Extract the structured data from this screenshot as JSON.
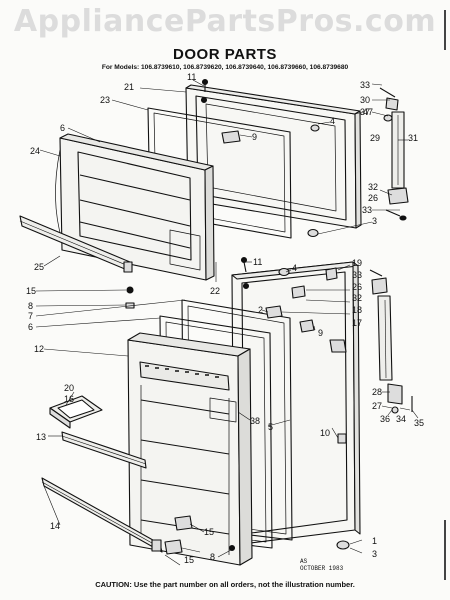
{
  "watermark": "AppliancePartsPros.com",
  "title": "DOOR PARTS",
  "models": "For Models: 106.8739610, 106.8739620, 106.8739640, 106.8739660, 106.8739680",
  "date": {
    "line1": "AS",
    "line2": "OCTOBER 1983"
  },
  "caution": "CAUTION: Use the part number on all orders, not the illustration number.",
  "callouts": [
    {
      "id": "11a",
      "text": "11"
    },
    {
      "id": "21",
      "text": "21"
    },
    {
      "id": "23",
      "text": "23"
    },
    {
      "id": "6a",
      "text": "6"
    },
    {
      "id": "9a",
      "text": "9"
    },
    {
      "id": "4a",
      "text": "4"
    },
    {
      "id": "47",
      "text": "47"
    },
    {
      "id": "33a",
      "text": "33"
    },
    {
      "id": "30",
      "text": "30"
    },
    {
      "id": "37a",
      "text": "37"
    },
    {
      "id": "29",
      "text": "29"
    },
    {
      "id": "31",
      "text": "31"
    },
    {
      "id": "24",
      "text": "24"
    },
    {
      "id": "32a",
      "text": "32"
    },
    {
      "id": "26a",
      "text": "26"
    },
    {
      "id": "33b",
      "text": "33"
    },
    {
      "id": "3a",
      "text": "3"
    },
    {
      "id": "25",
      "text": "25"
    },
    {
      "id": "15a",
      "text": "15"
    },
    {
      "id": "8a",
      "text": "8"
    },
    {
      "id": "7",
      "text": "7"
    },
    {
      "id": "6b",
      "text": "6"
    },
    {
      "id": "22",
      "text": "22"
    },
    {
      "id": "11b",
      "text": "11"
    },
    {
      "id": "4b",
      "text": "4"
    },
    {
      "id": "19",
      "text": "19"
    },
    {
      "id": "33c",
      "text": "33"
    },
    {
      "id": "26b",
      "text": "26"
    },
    {
      "id": "32b",
      "text": "32"
    },
    {
      "id": "18",
      "text": "18"
    },
    {
      "id": "2",
      "text": "2"
    },
    {
      "id": "17",
      "text": "17"
    },
    {
      "id": "9b",
      "text": "9"
    },
    {
      "id": "12",
      "text": "12"
    },
    {
      "id": "20",
      "text": "20"
    },
    {
      "id": "16",
      "text": "16"
    },
    {
      "id": "38",
      "text": "38"
    },
    {
      "id": "5",
      "text": "5"
    },
    {
      "id": "28",
      "text": "28"
    },
    {
      "id": "27",
      "text": "27"
    },
    {
      "id": "36",
      "text": "36"
    },
    {
      "id": "34",
      "text": "34"
    },
    {
      "id": "35",
      "text": "35"
    },
    {
      "id": "10",
      "text": "10"
    },
    {
      "id": "13",
      "text": "13"
    },
    {
      "id": "14",
      "text": "14"
    },
    {
      "id": "15b",
      "text": "15"
    },
    {
      "id": "15c",
      "text": "15"
    },
    {
      "id": "8b",
      "text": "8"
    },
    {
      "id": "1",
      "text": "1"
    },
    {
      "id": "3b",
      "text": "3"
    }
  ]
}
